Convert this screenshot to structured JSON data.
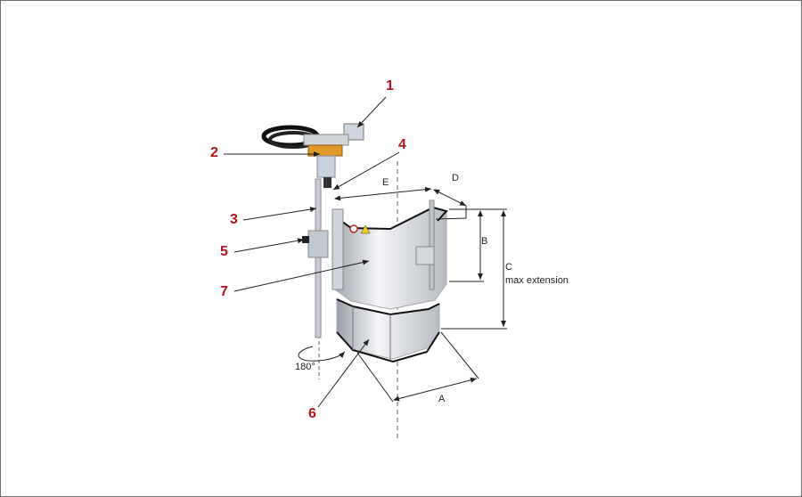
{
  "callouts": [
    "1",
    "2",
    "3",
    "4",
    "5",
    "6",
    "7"
  ],
  "dimensions": {
    "A": "A",
    "B": "B",
    "C": "C",
    "C_note": "max extension",
    "D": "D",
    "E": "E"
  },
  "rotation": "180°",
  "colors": {
    "callout": "#b0121a",
    "bracket": "#e09a2a",
    "metal": "#c8ccd2",
    "cable": "#1a1a1a"
  }
}
